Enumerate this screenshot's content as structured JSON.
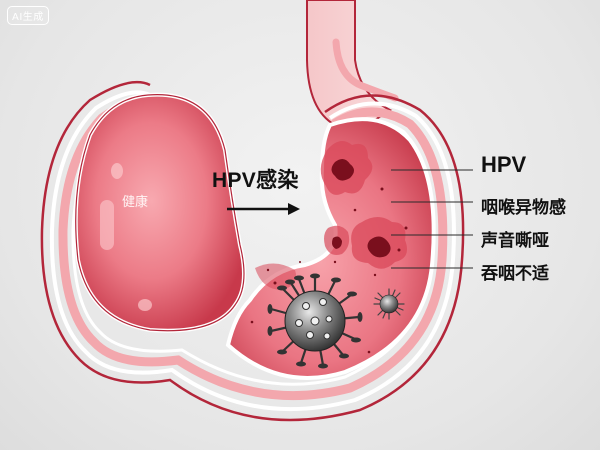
{
  "badge": {
    "label": "AI生成"
  },
  "diagram": {
    "title": "HPV感染",
    "healthy_label": "健康",
    "arrow": "right-arrow",
    "symptoms": [
      {
        "label": "HPV"
      },
      {
        "label": "咽喉异物感"
      },
      {
        "label": "声音嘶哑"
      },
      {
        "label": "吞咽不适"
      }
    ]
  },
  "colors": {
    "background": "#e8e8e8",
    "tissue_outline": "#b3263a",
    "tissue_fill": "#e86a78",
    "tissue_light": "#f7a6ae",
    "wall_band": "#f3a7ad",
    "lesion": "#c72d3f",
    "lesion_core": "#7a0f1d",
    "virus": "#4a4a4a",
    "text": "#111111"
  }
}
